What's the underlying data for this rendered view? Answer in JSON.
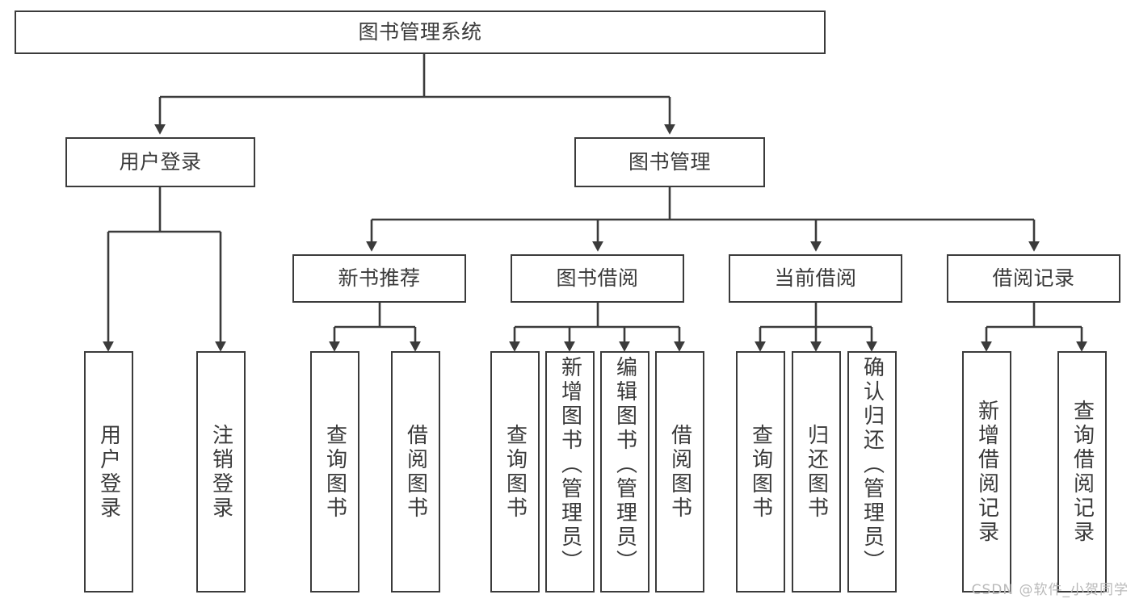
{
  "diagram": {
    "title": "图书管理系统",
    "type": "hierarchy-tree",
    "root": {
      "label": "图书管理系统"
    },
    "level2": [
      {
        "label": "用户登录"
      },
      {
        "label": "图书管理"
      }
    ],
    "level3": [
      {
        "label": "新书推荐"
      },
      {
        "label": "图书借阅"
      },
      {
        "label": "当前借阅"
      },
      {
        "label": "借阅记录"
      }
    ],
    "leaves": {
      "user_login": [
        {
          "label": "用户登录"
        },
        {
          "label": "注销登录"
        }
      ],
      "new_book_recommend": [
        {
          "label": "查询图书"
        },
        {
          "label": "借阅图书"
        }
      ],
      "book_borrow": [
        {
          "label": "查询图书"
        },
        {
          "label": "新增图书（管理员）"
        },
        {
          "label": "编辑图书（管理员）"
        },
        {
          "label": "借阅图书"
        }
      ],
      "current_borrow": [
        {
          "label": "查询图书"
        },
        {
          "label": "归还图书"
        },
        {
          "label": "确认归还（管理员）"
        }
      ],
      "borrow_record": [
        {
          "label": "新增借阅记录"
        },
        {
          "label": "查询借阅记录"
        }
      ]
    }
  },
  "watermark": {
    "text": "CSDN @软件_小贺同学"
  },
  "colors": {
    "stroke": "#3b3b3b",
    "text": "#3a3a3a",
    "background": "#ffffff",
    "watermark": "#b9b9b9"
  }
}
